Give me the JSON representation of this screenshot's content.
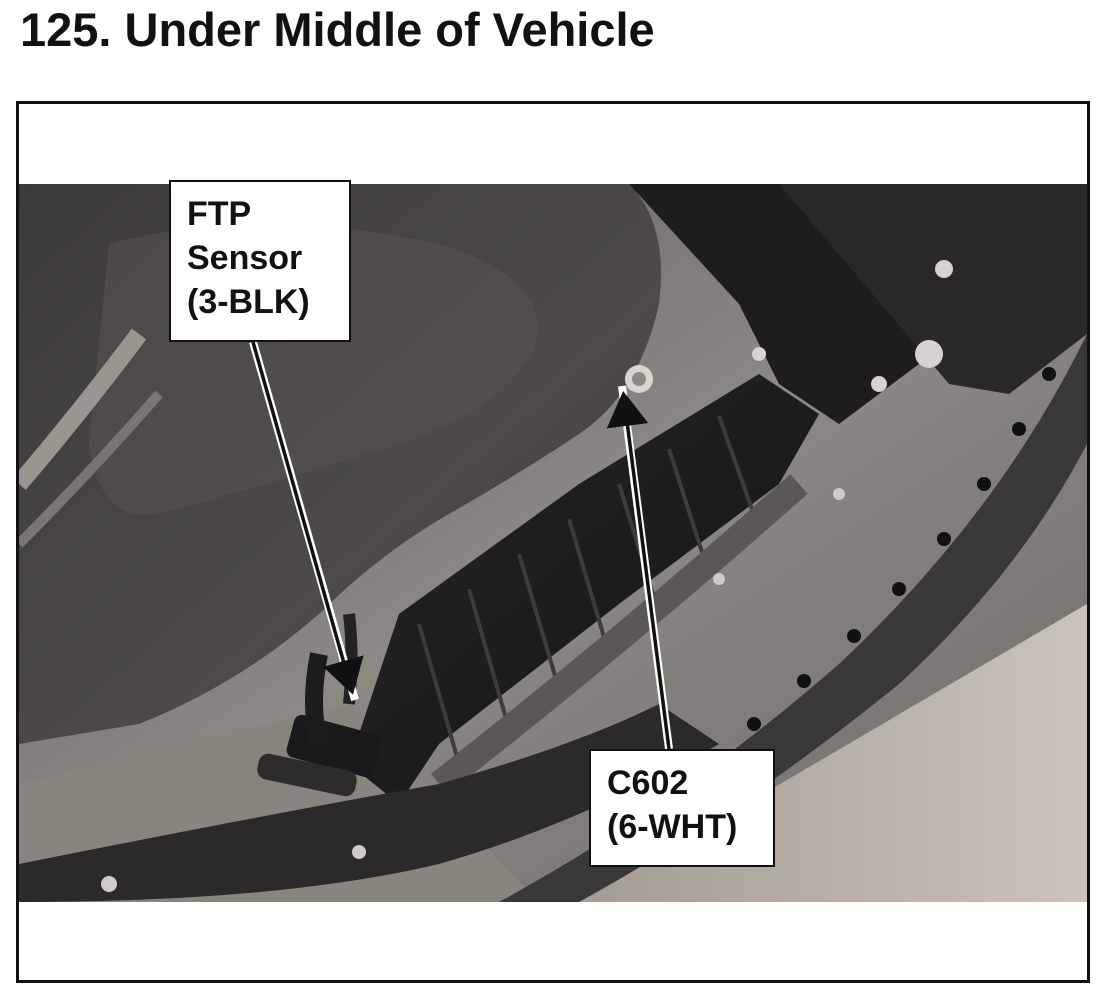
{
  "page": {
    "title": "125.  Under Middle of Vehicle"
  },
  "callouts": {
    "ftp_sensor": {
      "lines": [
        "FTP",
        "Sensor",
        "(3-BLK)"
      ]
    },
    "c602": {
      "lines": [
        "C602",
        "(6-WHT)"
      ]
    }
  },
  "colors": {
    "text": "#111111",
    "frame_border": "#111111",
    "background": "#ffffff"
  }
}
